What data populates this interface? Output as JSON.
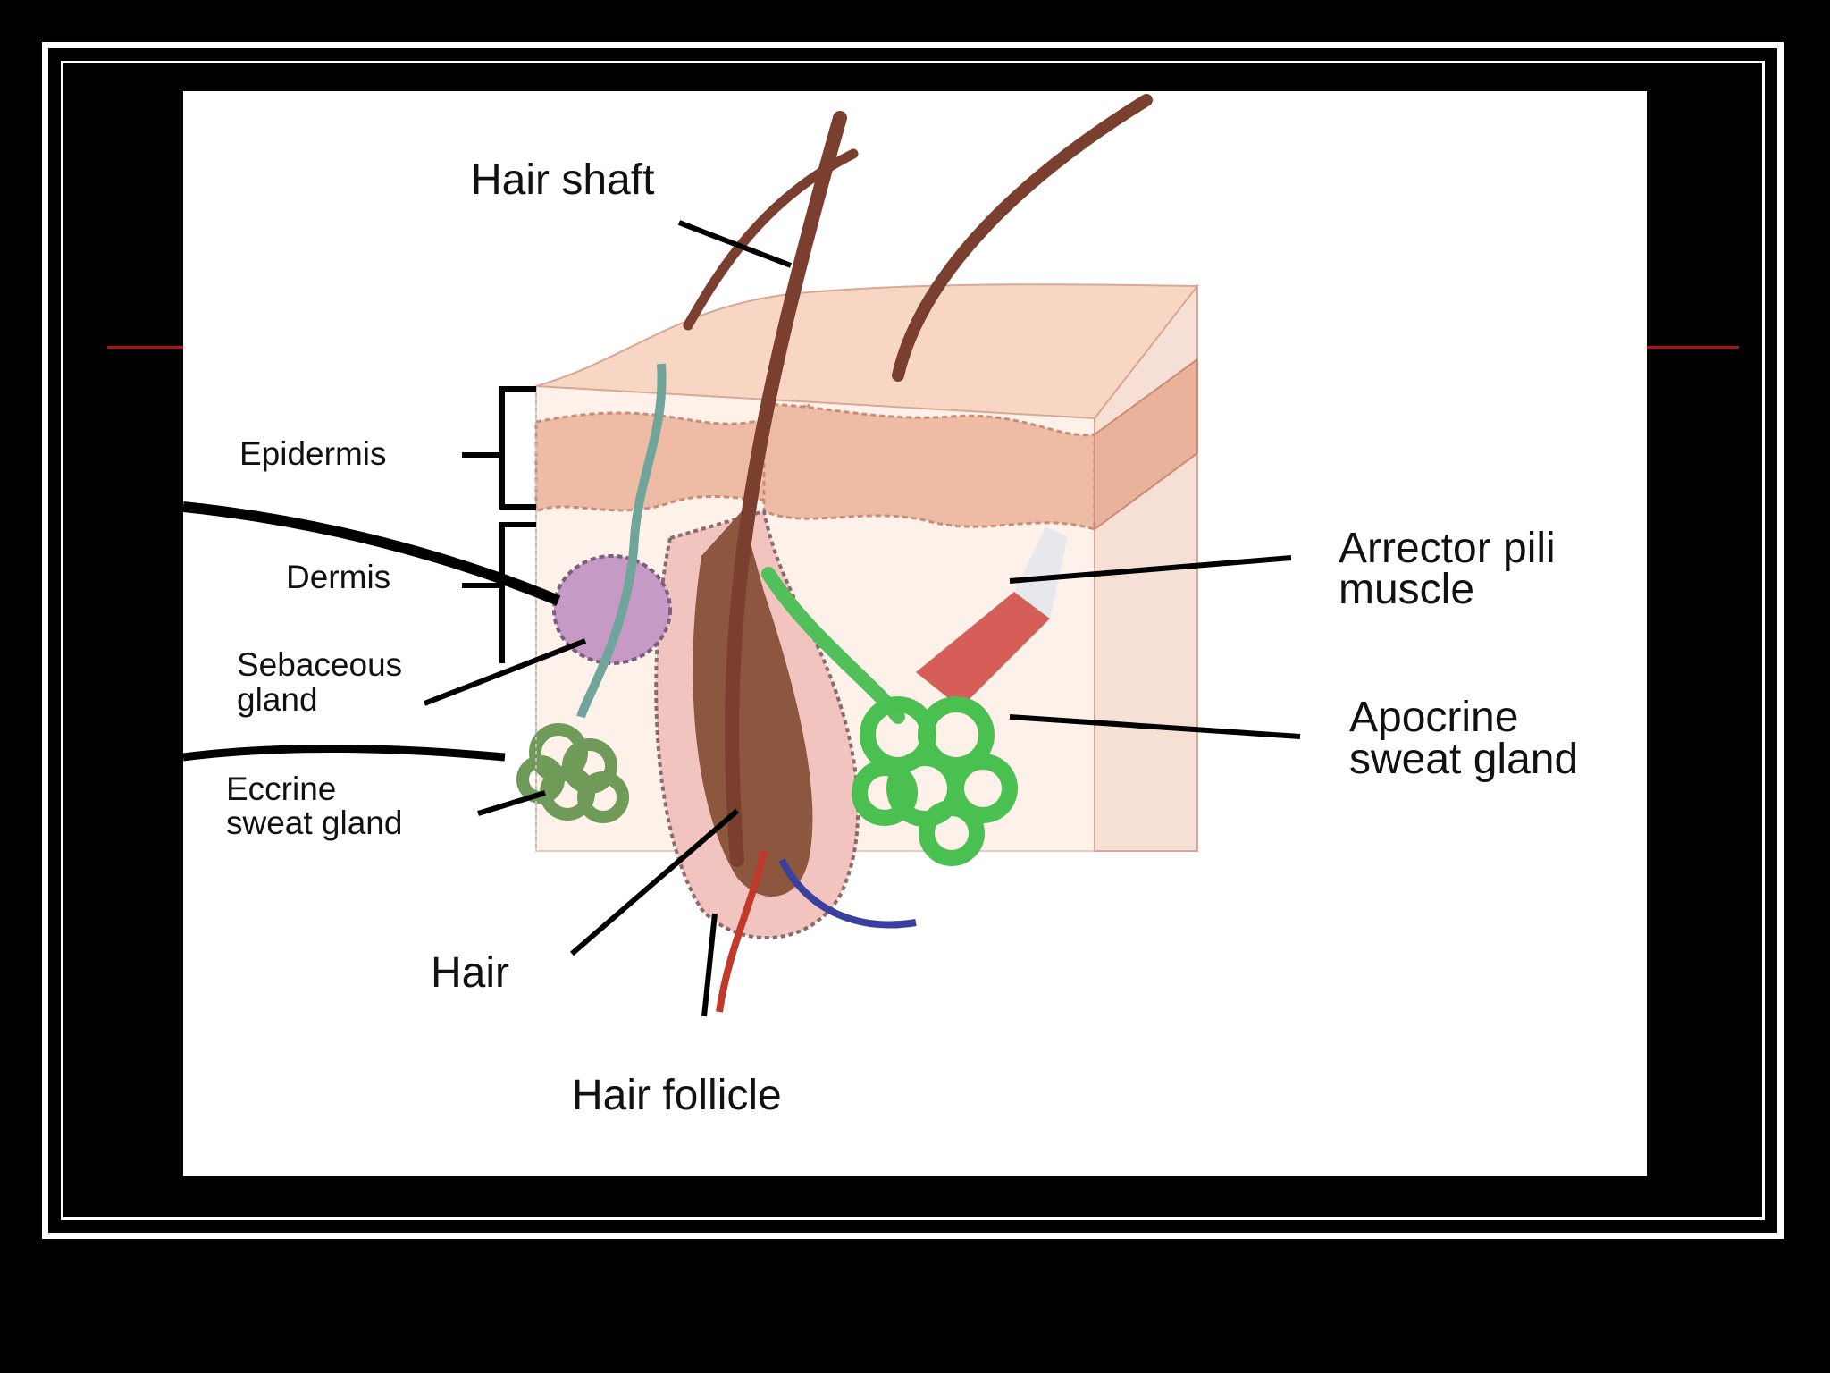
{
  "diagram": {
    "labels": {
      "hair_shaft": "Hair shaft",
      "epidermis": "Epidermis",
      "dermis": "Dermis",
      "sebaceous_line1": "Sebaceous",
      "sebaceous_line2": "gland",
      "eccrine_line1": "Eccrine",
      "eccrine_line2": "sweat gland",
      "arrector_line1": "Arrector pili",
      "arrector_line2": "muscle",
      "apocrine_line1": "Apocrine",
      "apocrine_line2": "sweat gland",
      "hair": "Hair",
      "hair_follicle": "Hair follicle"
    },
    "colors": {
      "frame": "#ffffff",
      "accent_rule": "#b01010",
      "skin_surface": "#f6d2c0",
      "epidermis_band": "#edb8a2",
      "dermis": "#fbe9e0",
      "hair": "#8a4a38",
      "sebaceous_gland": "#b88ab8",
      "eccrine_gland": "#6f9a58",
      "apocrine_gland": "#49c04f",
      "arrector_muscle": "#d9605a",
      "artery": "#c0392b",
      "vein": "#3b3f9e"
    }
  }
}
